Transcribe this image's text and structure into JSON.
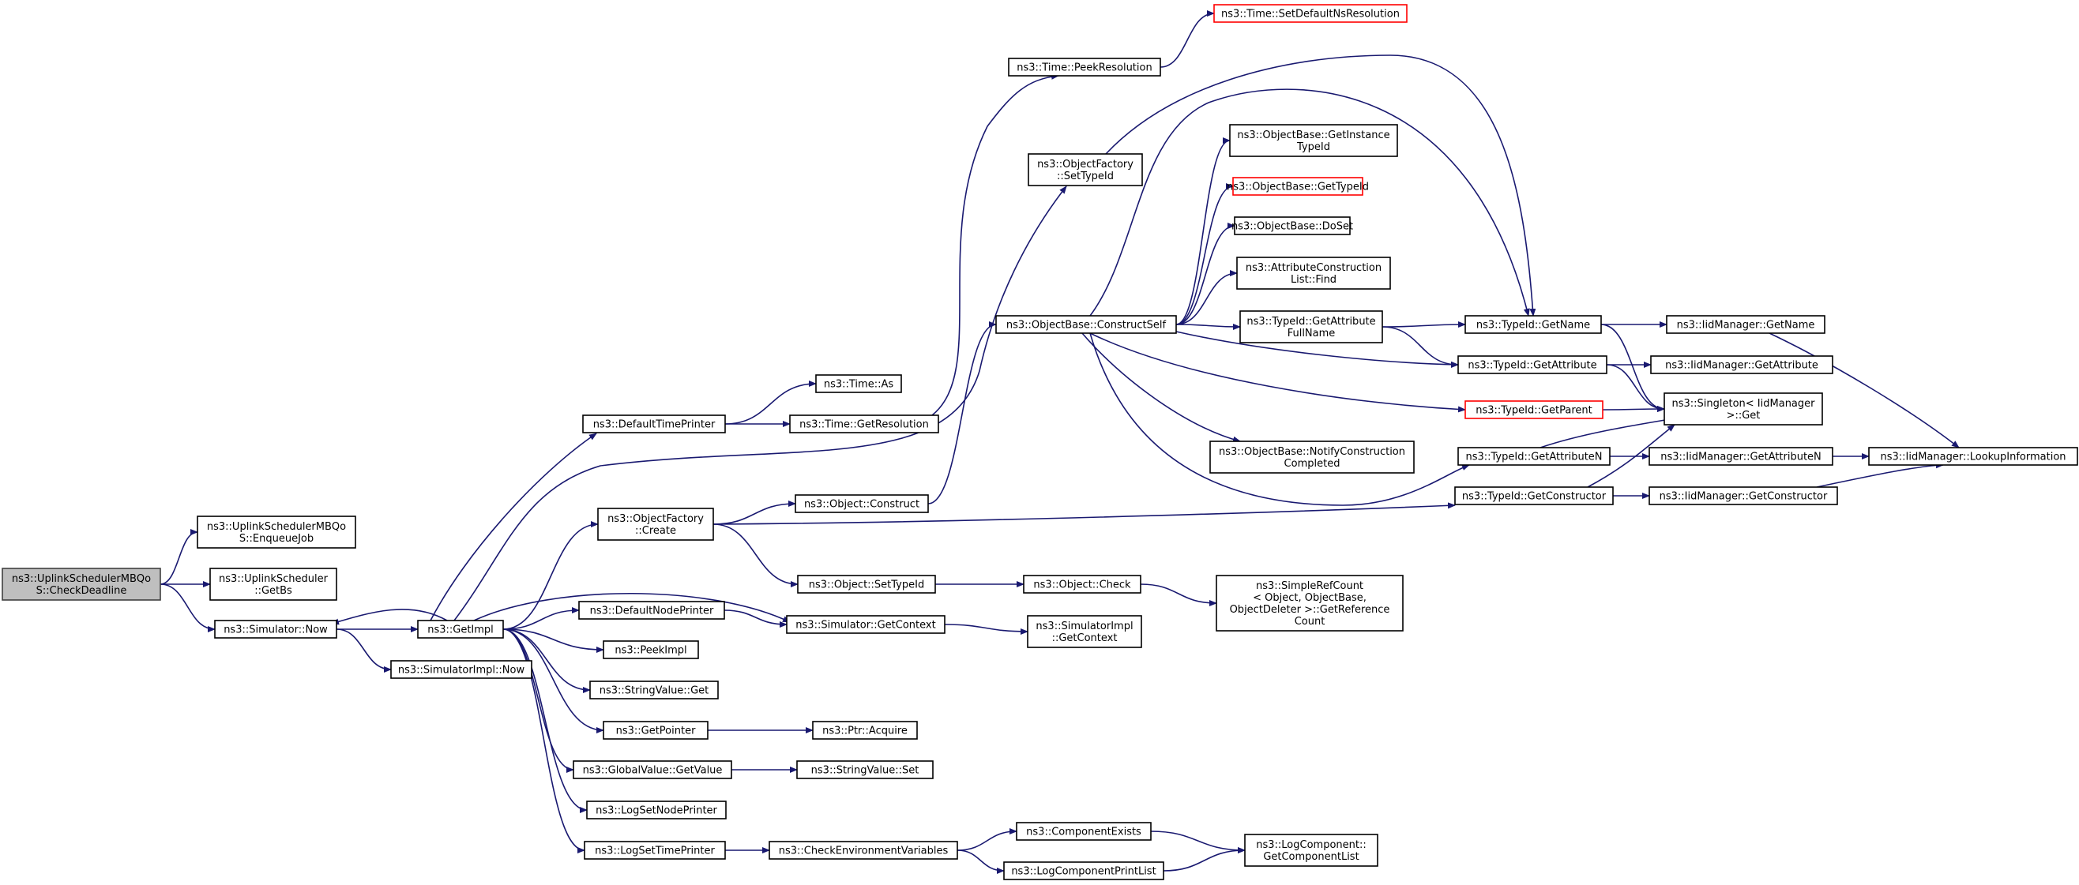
{
  "diagram": {
    "nodes": [
      {
        "id": "root",
        "lines": [
          "ns3::UplinkSchedulerMBQo",
          "S::CheckDeadline"
        ],
        "style": "root"
      },
      {
        "id": "enqueue",
        "lines": [
          "ns3::UplinkSchedulerMBQo",
          "S::EnqueueJob"
        ]
      },
      {
        "id": "getbs",
        "lines": [
          "ns3::UplinkScheduler",
          "::GetBs"
        ]
      },
      {
        "id": "simnow",
        "lines": [
          "ns3::Simulator::Now"
        ]
      },
      {
        "id": "getimpl",
        "lines": [
          "ns3::GetImpl"
        ]
      },
      {
        "id": "simimplnow",
        "lines": [
          "ns3::SimulatorImpl::Now"
        ]
      },
      {
        "id": "deftimeprinter",
        "lines": [
          "ns3::DefaultTimePrinter"
        ]
      },
      {
        "id": "timeas",
        "lines": [
          "ns3::Time::As"
        ]
      },
      {
        "id": "timegetres",
        "lines": [
          "ns3::Time::GetResolution"
        ]
      },
      {
        "id": "timepeekres",
        "lines": [
          "ns3::Time::PeekResolution"
        ]
      },
      {
        "id": "timesetdef",
        "lines": [
          "ns3::Time::SetDefaultNsResolution"
        ],
        "style": "trunc"
      },
      {
        "id": "objfactcreate",
        "lines": [
          "ns3::ObjectFactory",
          "::Create"
        ]
      },
      {
        "id": "objfactsettid",
        "lines": [
          "ns3::ObjectFactory",
          "::SetTypeId"
        ]
      },
      {
        "id": "objconstruct",
        "lines": [
          "ns3::Object::Construct"
        ]
      },
      {
        "id": "objsettid",
        "lines": [
          "ns3::Object::SetTypeId"
        ]
      },
      {
        "id": "objcheck",
        "lines": [
          "ns3::Object::Check"
        ]
      },
      {
        "id": "simplerefcount",
        "lines": [
          "ns3::SimpleRefCount",
          "< Object, ObjectBase,",
          "ObjectDeleter >::GetReference",
          "Count"
        ]
      },
      {
        "id": "defnodeprinter",
        "lines": [
          "ns3::DefaultNodePrinter"
        ]
      },
      {
        "id": "simgetctx",
        "lines": [
          "ns3::Simulator::GetContext"
        ]
      },
      {
        "id": "simimplgetctx",
        "lines": [
          "ns3::SimulatorImpl",
          "::GetContext"
        ]
      },
      {
        "id": "peekimpl",
        "lines": [
          "ns3::PeekImpl"
        ]
      },
      {
        "id": "strvalget",
        "lines": [
          "ns3::StringValue::Get"
        ]
      },
      {
        "id": "getpointer",
        "lines": [
          "ns3::GetPointer"
        ]
      },
      {
        "id": "ptracquire",
        "lines": [
          "ns3::Ptr::Acquire"
        ]
      },
      {
        "id": "globalvalget",
        "lines": [
          "ns3::GlobalValue::GetValue"
        ]
      },
      {
        "id": "strvalset",
        "lines": [
          "ns3::StringValue::Set"
        ]
      },
      {
        "id": "logsetnode",
        "lines": [
          "ns3::LogSetNodePrinter"
        ]
      },
      {
        "id": "logsettime",
        "lines": [
          "ns3::LogSetTimePrinter"
        ]
      },
      {
        "id": "checkenv",
        "lines": [
          "ns3::CheckEnvironmentVariables"
        ]
      },
      {
        "id": "compexists",
        "lines": [
          "ns3::ComponentExists"
        ]
      },
      {
        "id": "logcompprint",
        "lines": [
          "ns3::LogComponentPrintList"
        ]
      },
      {
        "id": "logcompgetlist",
        "lines": [
          "ns3::LogComponent::",
          "GetComponentList"
        ]
      },
      {
        "id": "objbaseconstructself",
        "lines": [
          "ns3::ObjectBase::ConstructSelf"
        ]
      },
      {
        "id": "objbasegetinst",
        "lines": [
          "ns3::ObjectBase::GetInstance",
          "TypeId"
        ]
      },
      {
        "id": "objbasegettid",
        "lines": [
          "ns3::ObjectBase::GetTypeId"
        ],
        "style": "trunc"
      },
      {
        "id": "objbasedoset",
        "lines": [
          "ns3::ObjectBase::DoSet"
        ]
      },
      {
        "id": "attrconstrfind",
        "lines": [
          "ns3::AttributeConstruction",
          "List::Find"
        ]
      },
      {
        "id": "tidgetattrfull",
        "lines": [
          "ns3::TypeId::GetAttribute",
          "FullName"
        ]
      },
      {
        "id": "objbasenotify",
        "lines": [
          "ns3::ObjectBase::NotifyConstruction",
          "Completed"
        ]
      },
      {
        "id": "tidgetname",
        "lines": [
          "ns3::TypeId::GetName"
        ]
      },
      {
        "id": "tidgetattr",
        "lines": [
          "ns3::TypeId::GetAttribute"
        ]
      },
      {
        "id": "tidgetparent",
        "lines": [
          "ns3::TypeId::GetParent"
        ],
        "style": "trunc"
      },
      {
        "id": "tidgetattrn",
        "lines": [
          "ns3::TypeId::GetAttributeN"
        ]
      },
      {
        "id": "tidgetconstructor",
        "lines": [
          "ns3::TypeId::GetConstructor"
        ]
      },
      {
        "id": "iidgetname",
        "lines": [
          "ns3::IidManager::GetName"
        ]
      },
      {
        "id": "iidgetattr",
        "lines": [
          "ns3::IidManager::GetAttribute"
        ]
      },
      {
        "id": "singletonget",
        "lines": [
          "ns3::Singleton< IidManager",
          " >::Get"
        ]
      },
      {
        "id": "iidgetattrn",
        "lines": [
          "ns3::IidManager::GetAttributeN"
        ]
      },
      {
        "id": "iidgetconstructor",
        "lines": [
          "ns3::IidManager::GetConstructor"
        ]
      },
      {
        "id": "iidlookup",
        "lines": [
          "ns3::IidManager::LookupInformation"
        ]
      }
    ],
    "edges": [
      [
        "root",
        "enqueue"
      ],
      [
        "root",
        "getbs"
      ],
      [
        "root",
        "simnow"
      ],
      [
        "simnow",
        "getimpl"
      ],
      [
        "simnow",
        "simimplnow"
      ],
      [
        "getimpl",
        "simnow"
      ],
      [
        "getimpl",
        "deftimeprinter"
      ],
      [
        "getimpl",
        "objfactsettid"
      ],
      [
        "getimpl",
        "objfactcreate"
      ],
      [
        "getimpl",
        "simgetctx"
      ],
      [
        "getimpl",
        "defnodeprinter"
      ],
      [
        "getimpl",
        "peekimpl"
      ],
      [
        "getimpl",
        "strvalget"
      ],
      [
        "getimpl",
        "getpointer"
      ],
      [
        "getimpl",
        "globalvalget"
      ],
      [
        "getimpl",
        "logsetnode"
      ],
      [
        "getimpl",
        "logsettime"
      ],
      [
        "deftimeprinter",
        "timeas"
      ],
      [
        "deftimeprinter",
        "timegetres"
      ],
      [
        "timegetres",
        "timepeekres"
      ],
      [
        "timepeekres",
        "timesetdef"
      ],
      [
        "objfactcreate",
        "objconstruct"
      ],
      [
        "objfactcreate",
        "objsettid"
      ],
      [
        "objfactcreate",
        "tidgetconstructor"
      ],
      [
        "objconstruct",
        "objbaseconstructself"
      ],
      [
        "objsettid",
        "objcheck"
      ],
      [
        "objcheck",
        "simplerefcount"
      ],
      [
        "defnodeprinter",
        "simgetctx"
      ],
      [
        "simgetctx",
        "simimplgetctx"
      ],
      [
        "getpointer",
        "ptracquire"
      ],
      [
        "globalvalget",
        "strvalset"
      ],
      [
        "logsettime",
        "checkenv"
      ],
      [
        "checkenv",
        "compexists"
      ],
      [
        "checkenv",
        "logcompprint"
      ],
      [
        "compexists",
        "logcompgetlist"
      ],
      [
        "logcompprint",
        "logcompgetlist"
      ],
      [
        "objfactsettid",
        "tidgetname"
      ],
      [
        "objbaseconstructself",
        "objbasegetinst"
      ],
      [
        "objbaseconstructself",
        "objbasegettid"
      ],
      [
        "objbaseconstructself",
        "objbasedoset"
      ],
      [
        "objbaseconstructself",
        "attrconstrfind"
      ],
      [
        "objbaseconstructself",
        "tidgetattrfull"
      ],
      [
        "objbaseconstructself",
        "tidgetname"
      ],
      [
        "objbaseconstructself",
        "tidgetattr"
      ],
      [
        "objbaseconstructself",
        "tidgetparent"
      ],
      [
        "objbaseconstructself",
        "objbasenotify"
      ],
      [
        "objbaseconstructself",
        "tidgetattrn"
      ],
      [
        "tidgetattrfull",
        "tidgetname"
      ],
      [
        "tidgetattrfull",
        "tidgetattr"
      ],
      [
        "tidgetname",
        "iidgetname"
      ],
      [
        "tidgetname",
        "singletonget"
      ],
      [
        "tidgetattr",
        "iidgetattr"
      ],
      [
        "tidgetattr",
        "singletonget"
      ],
      [
        "tidgetparent",
        "singletonget"
      ],
      [
        "tidgetattrn",
        "iidgetattrn"
      ],
      [
        "tidgetattrn",
        "singletonget"
      ],
      [
        "tidgetconstructor",
        "iidgetconstructor"
      ],
      [
        "tidgetconstructor",
        "singletonget"
      ],
      [
        "iidgetname",
        "iidlookup"
      ],
      [
        "iidgetattrn",
        "iidlookup"
      ],
      [
        "iidgetconstructor",
        "iidlookup"
      ]
    ]
  }
}
